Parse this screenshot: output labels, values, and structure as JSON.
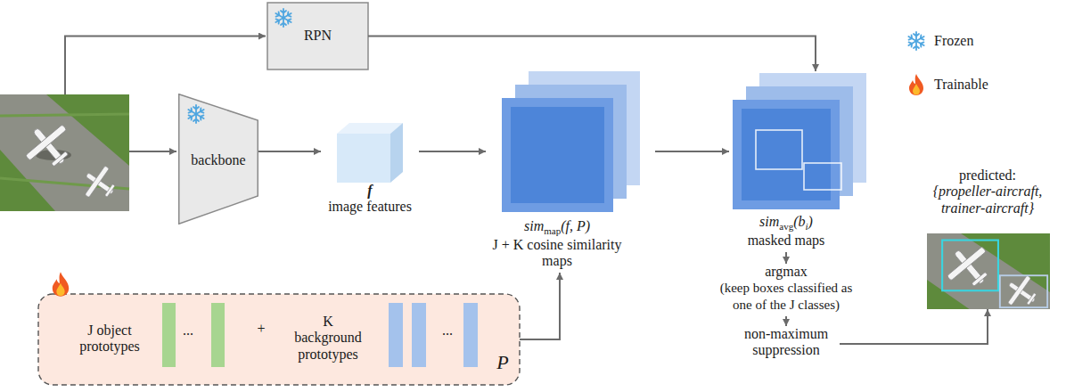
{
  "diagram": {
    "nodes": [
      {
        "text": [
          "RPN"
        ]
      },
      {
        "text": [
          "backbone"
        ]
      },
      {
        "text": [
          "f",
          "image features"
        ]
      },
      {
        "text": [
          "sim",
          "map",
          "(f, P)",
          "J + K cosine similarity maps"
        ]
      },
      {
        "text": [
          "sim",
          "avg",
          "(b",
          "i",
          ")",
          "masked maps"
        ]
      },
      {
        "text": [
          "argmax",
          "(keep boxes classified as one of the J classes)"
        ]
      },
      {
        "text": [
          "non-maximum suppression"
        ]
      },
      {
        "text": [
          "predicted:",
          "{propeller-aircraft, trainer-aircraft}"
        ]
      },
      {
        "text": [
          "J object prototypes",
          "...",
          "+",
          "K background prototypes",
          "...",
          "P"
        ]
      }
    ],
    "edges": [
      {
        "from": 1,
        "to": 2,
        "arrow": "to"
      },
      {
        "from": 2,
        "to": 3,
        "arrow": "to"
      },
      {
        "from": 8,
        "to": 3,
        "arrow": "to"
      },
      {
        "from": 3,
        "to": 4,
        "arrow": "to"
      },
      {
        "from": 0,
        "to": 4,
        "arrow": "to"
      },
      {
        "from": 4,
        "to": 5,
        "arrow": "to"
      },
      {
        "from": 5,
        "to": 6,
        "arrow": "to"
      },
      {
        "from": 6,
        "to": 7,
        "arrow": "to"
      }
    ],
    "legend": [
      {
        "text": "Frozen"
      },
      {
        "text": "Trainable"
      }
    ]
  }
}
